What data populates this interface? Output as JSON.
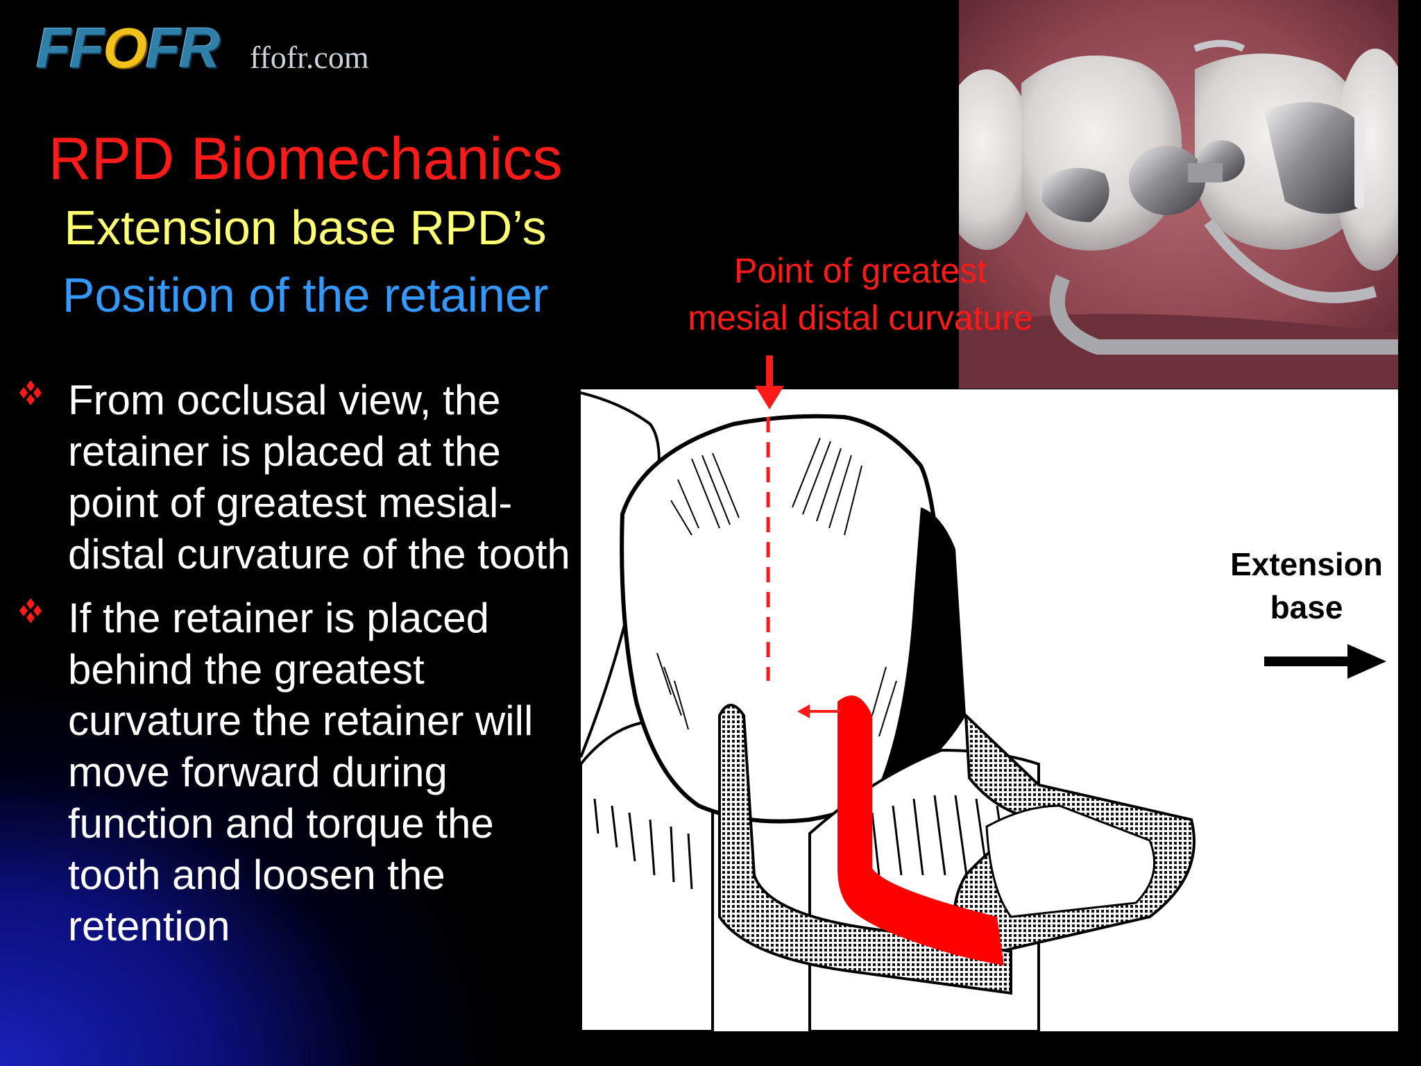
{
  "logo": {
    "mark": "FF",
    "mark_mid": "O",
    "mark_end": "FR",
    "url": "ffofr.com"
  },
  "title": {
    "main": "RPD Biomechanics",
    "sub1": "Extension base RPD’s",
    "sub2": "Position of the retainer"
  },
  "bullets": [
    {
      "text": "From occlusal view, the retainer is placed at the point of greatest mesial-distal curvature of the tooth"
    },
    {
      "text": "If the retainer is placed behind the greatest curvature the retainer will move forward during function and torque the tooth and loosen the retention"
    }
  ],
  "diagram": {
    "annotation_line1": "Point of greatest",
    "annotation_line2": "mesial distal curvature",
    "extension_line1": "Extension",
    "extension_line2": "base"
  },
  "colors": {
    "title_main": "#ff1a1a",
    "title_sub1": "#ffff73",
    "title_sub2": "#3399ff",
    "bullet_mark": "#ff1a1a",
    "annotation": "#ff1a1a"
  },
  "icons": {
    "bullet": "diamond-cluster-icon",
    "arrow_down": "arrow-down-icon",
    "arrow_right": "arrow-right-icon"
  }
}
